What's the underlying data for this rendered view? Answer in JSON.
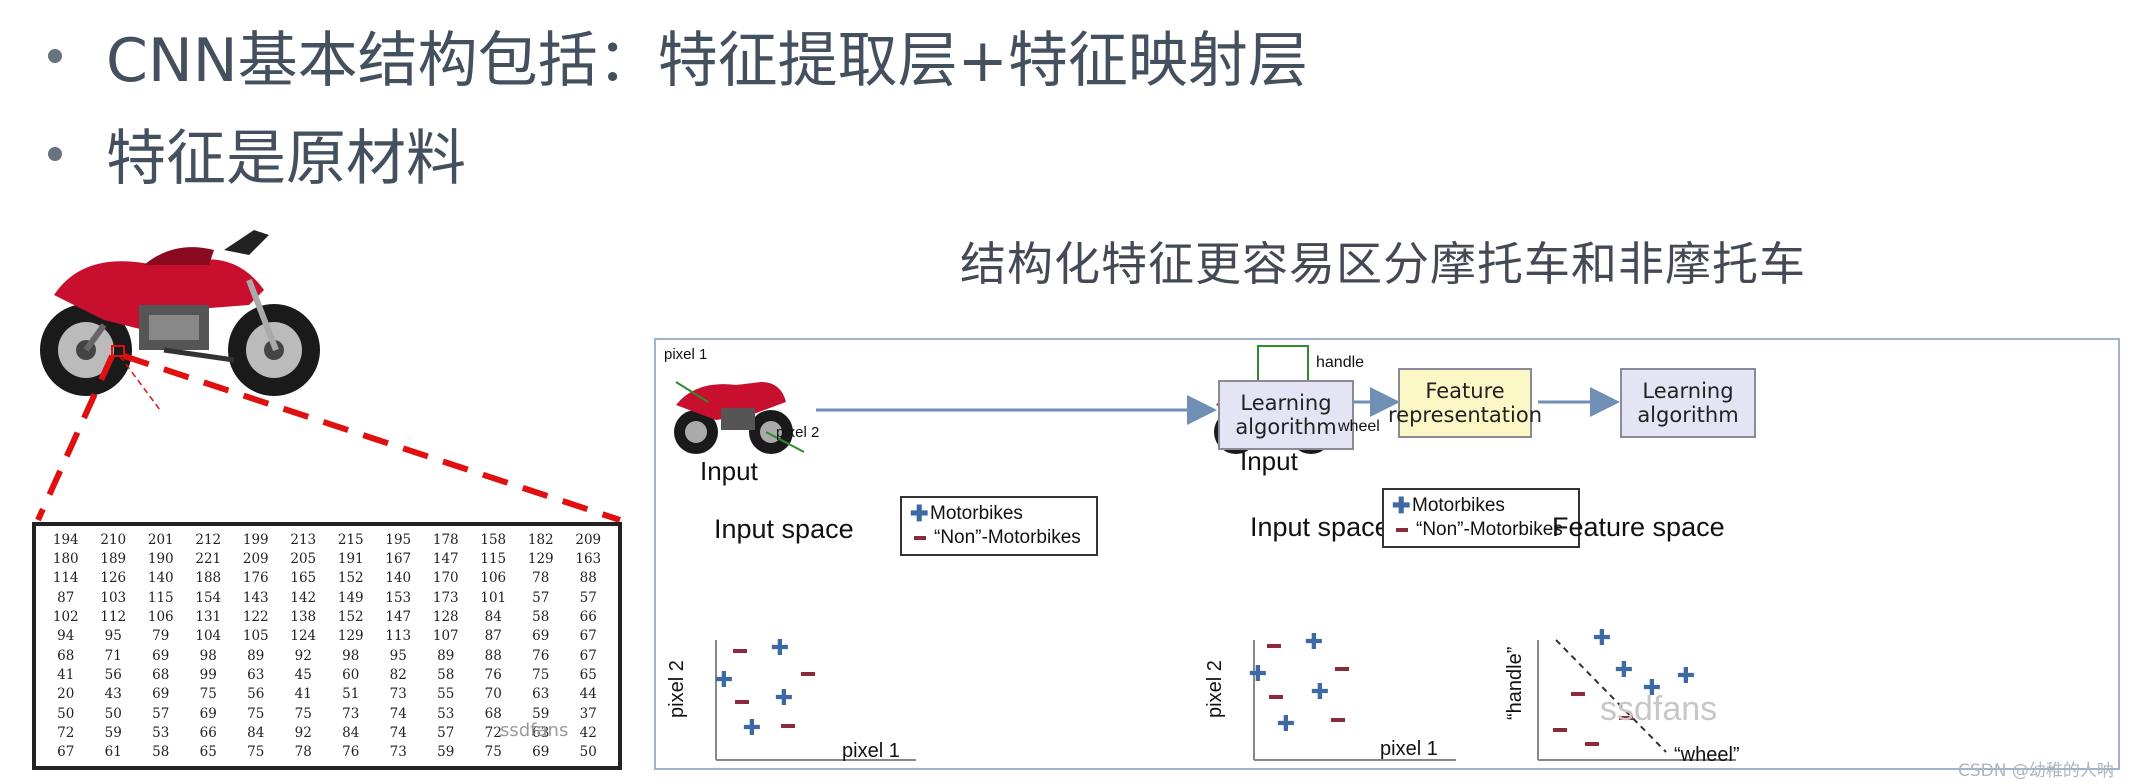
{
  "bullets": [
    "CNN基本结构包括：特征提取层+特征映射层",
    "特征是原材料"
  ],
  "right_title": "结构化特征更容易区分摩托车和非摩托车",
  "pixel_table": [
    [
      "194",
      "210",
      "201",
      "212",
      "199",
      "213",
      "215",
      "195",
      "178",
      "158",
      "182",
      "209"
    ],
    [
      "180",
      "189",
      "190",
      "221",
      "209",
      "205",
      "191",
      "167",
      "147",
      "115",
      "129",
      "163"
    ],
    [
      "114",
      "126",
      "140",
      "188",
      "176",
      "165",
      "152",
      "140",
      "170",
      "106",
      "78",
      "88"
    ],
    [
      "87",
      "103",
      "115",
      "154",
      "143",
      "142",
      "149",
      "153",
      "173",
      "101",
      "57",
      "57"
    ],
    [
      "102",
      "112",
      "106",
      "131",
      "122",
      "138",
      "152",
      "147",
      "128",
      "84",
      "58",
      "66"
    ],
    [
      "94",
      "95",
      "79",
      "104",
      "105",
      "124",
      "129",
      "113",
      "107",
      "87",
      "69",
      "67"
    ],
    [
      "68",
      "71",
      "69",
      "98",
      "89",
      "92",
      "98",
      "95",
      "89",
      "88",
      "76",
      "67"
    ],
    [
      "41",
      "56",
      "68",
      "99",
      "63",
      "45",
      "60",
      "82",
      "58",
      "76",
      "75",
      "65"
    ],
    [
      "20",
      "43",
      "69",
      "75",
      "56",
      "41",
      "51",
      "73",
      "55",
      "70",
      "63",
      "44"
    ],
    [
      "50",
      "50",
      "57",
      "69",
      "75",
      "75",
      "73",
      "74",
      "53",
      "68",
      "59",
      "37"
    ],
    [
      "72",
      "59",
      "53",
      "66",
      "84",
      "92",
      "84",
      "74",
      "57",
      "72",
      "63",
      "42"
    ],
    [
      "67",
      "61",
      "58",
      "65",
      "75",
      "78",
      "76",
      "73",
      "59",
      "75",
      "69",
      "50"
    ]
  ],
  "table_watermark": "ssdfans",
  "diagram": {
    "left": {
      "pixel1": "pixel 1",
      "pixel2": "pixel 2",
      "input_label": "Input",
      "learning_box": "Learning algorithm",
      "space_title": "Input space",
      "legend_plus": "Motorbikes",
      "legend_minus": "“Non”-Motorbikes",
      "xaxis": "pixel 1",
      "yaxis": "pixel 2"
    },
    "right": {
      "handle": "handle",
      "wheel": "wheel",
      "input_label": "Input",
      "feature_box": "Feature representation",
      "learning_box": "Learning algorithm",
      "space_title": "Input space",
      "legend_plus": "Motorbikes",
      "legend_minus": "“Non”-Motorbikes",
      "xaxis": "pixel 1",
      "yaxis": "pixel 2",
      "feature_title": "Feature space",
      "f_xaxis": "“wheel”",
      "f_yaxis": "“handle”"
    },
    "watermark": "ssdfans"
  },
  "csdn_watermark": "CSDN @幼稚的人呐",
  "colors": {
    "bike_red": "#c8102e",
    "plus_blue": "#3d6aa5",
    "minus_red": "#8a2a3a",
    "zoom_red": "#e01010",
    "arrow": "#6f8fb5"
  }
}
